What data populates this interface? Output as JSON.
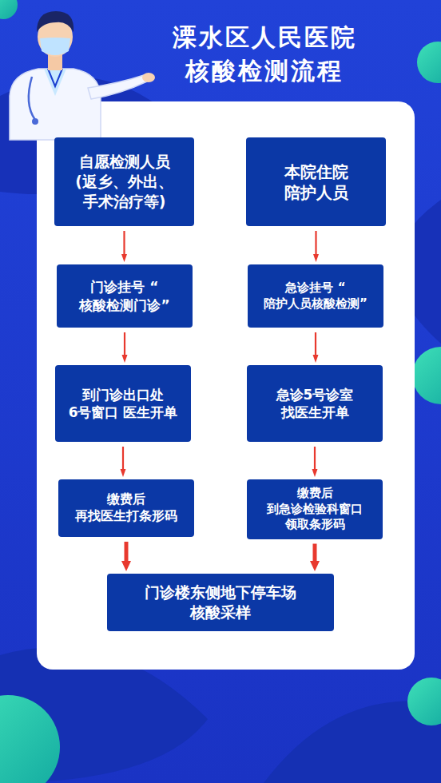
{
  "diagram": {
    "title": "溧水区人民医院 核酸检测流程",
    "nodes": [
      {
        "text": [
          "自愿检测人员 (返乡、外出、 手术治疗等)"
        ]
      },
      {
        "text": [
          "本院住院 陪护人员"
        ]
      },
      {
        "text": [
          "门诊挂号 “ 核酸检测门诊”"
        ]
      },
      {
        "text": [
          "急诊挂号 “ 陪护人员核酸检测”"
        ]
      },
      {
        "text": [
          "到门诊出口处 6号窗口 医生开单"
        ]
      },
      {
        "text": [
          "急诊5号诊室 找医生开单"
        ]
      },
      {
        "text": [
          "缴费后 再找医生打条形码"
        ]
      },
      {
        "text": [
          "缴费后 到急诊检验科窗口 领取条形码"
        ]
      },
      {
        "text": [
          "门诊楼东侧地下停车场 核酸采样"
        ]
      }
    ],
    "edges": [
      {
        "from": 0,
        "to": 2,
        "arrow": "to"
      },
      {
        "from": 2,
        "to": 4,
        "arrow": "to"
      },
      {
        "from": 4,
        "to": 6,
        "arrow": "to"
      },
      {
        "from": 6,
        "to": 8,
        "arrow": "to"
      },
      {
        "from": 1,
        "to": 3,
        "arrow": "to"
      },
      {
        "from": 3,
        "to": 5,
        "arrow": "to"
      },
      {
        "from": 5,
        "to": 7,
        "arrow": "to"
      },
      {
        "from": 7,
        "to": 8,
        "arrow": "to"
      }
    ]
  }
}
